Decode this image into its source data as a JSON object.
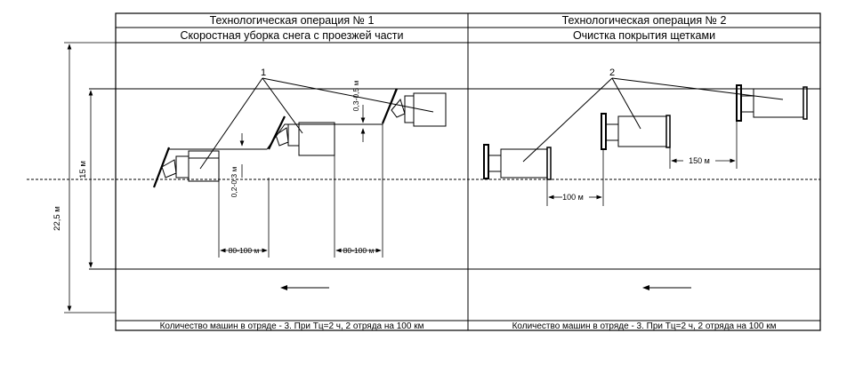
{
  "operations": [
    {
      "title": "Технологическая операция № 1",
      "subtitle": "Скоростная уборка снега с проезжей части",
      "footer": "Количество машин в отряде - 3. При Тц=2 ч, 2 отряда на 100 км",
      "marker": "1"
    },
    {
      "title": "Технологическая операция № 2",
      "subtitle": "Очистка покрытия щетками",
      "footer": "Количество машин в отряде - 3. При Тц=2 ч, 2 отряда на 100 км",
      "marker": "2"
    }
  ],
  "dimensions": {
    "total_width": "22,5 м",
    "carriage_width": "15 м",
    "lateral_gap_small": "0,2-0,3 м",
    "lateral_gap_large": "0,3-0,5 м",
    "spacing_a": "80-100 м",
    "spacing_b": "80-100 м",
    "spacing_c": "100 м",
    "spacing_d": "150 м"
  }
}
